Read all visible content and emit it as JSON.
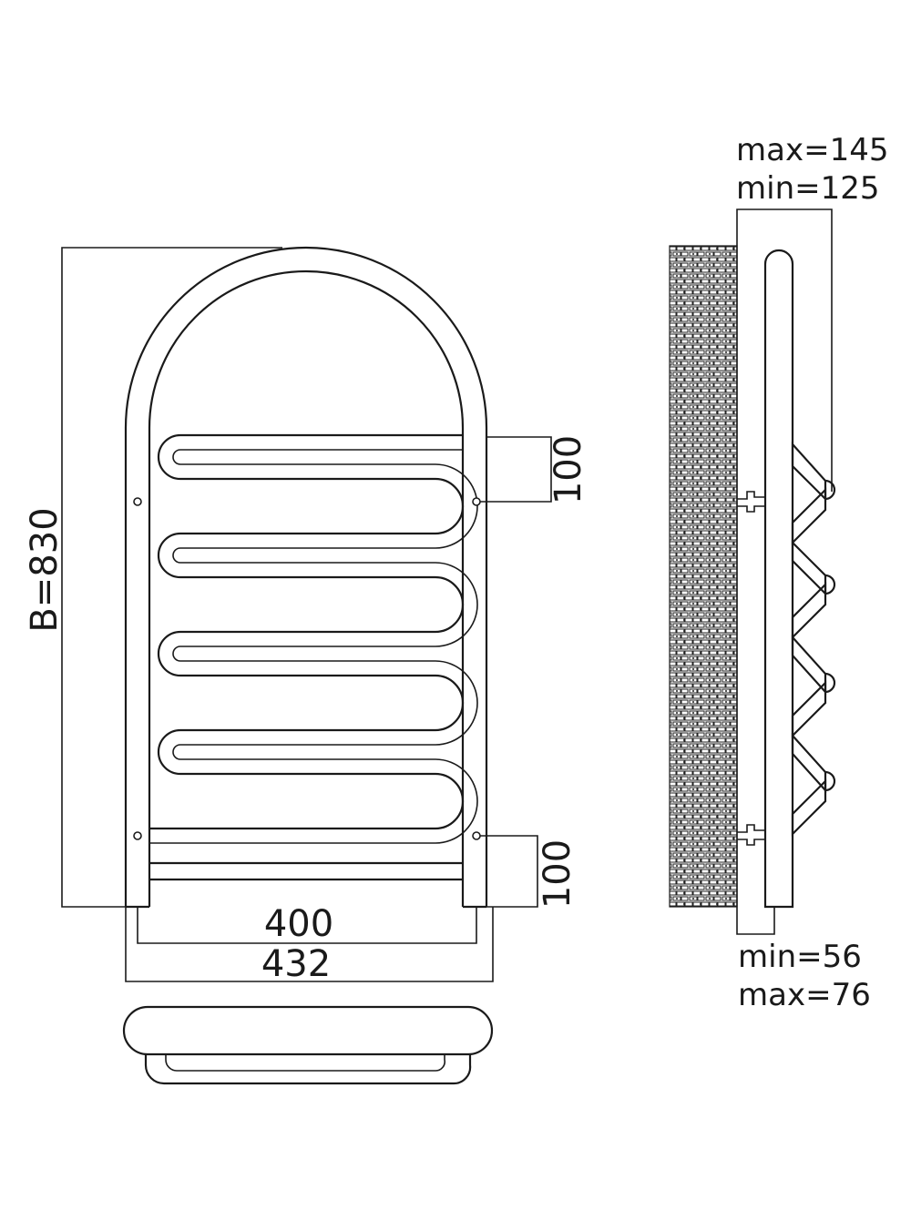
{
  "front_view": {
    "height_label": "B=830",
    "top_spacing": "100",
    "bottom_spacing": "100",
    "inner_width": "400",
    "outer_width": "432"
  },
  "side_view": {
    "top_offset_max": "max=145",
    "top_offset_min": "min=125",
    "bottom_offset_min": "min=56",
    "bottom_offset_max": "max=76"
  }
}
